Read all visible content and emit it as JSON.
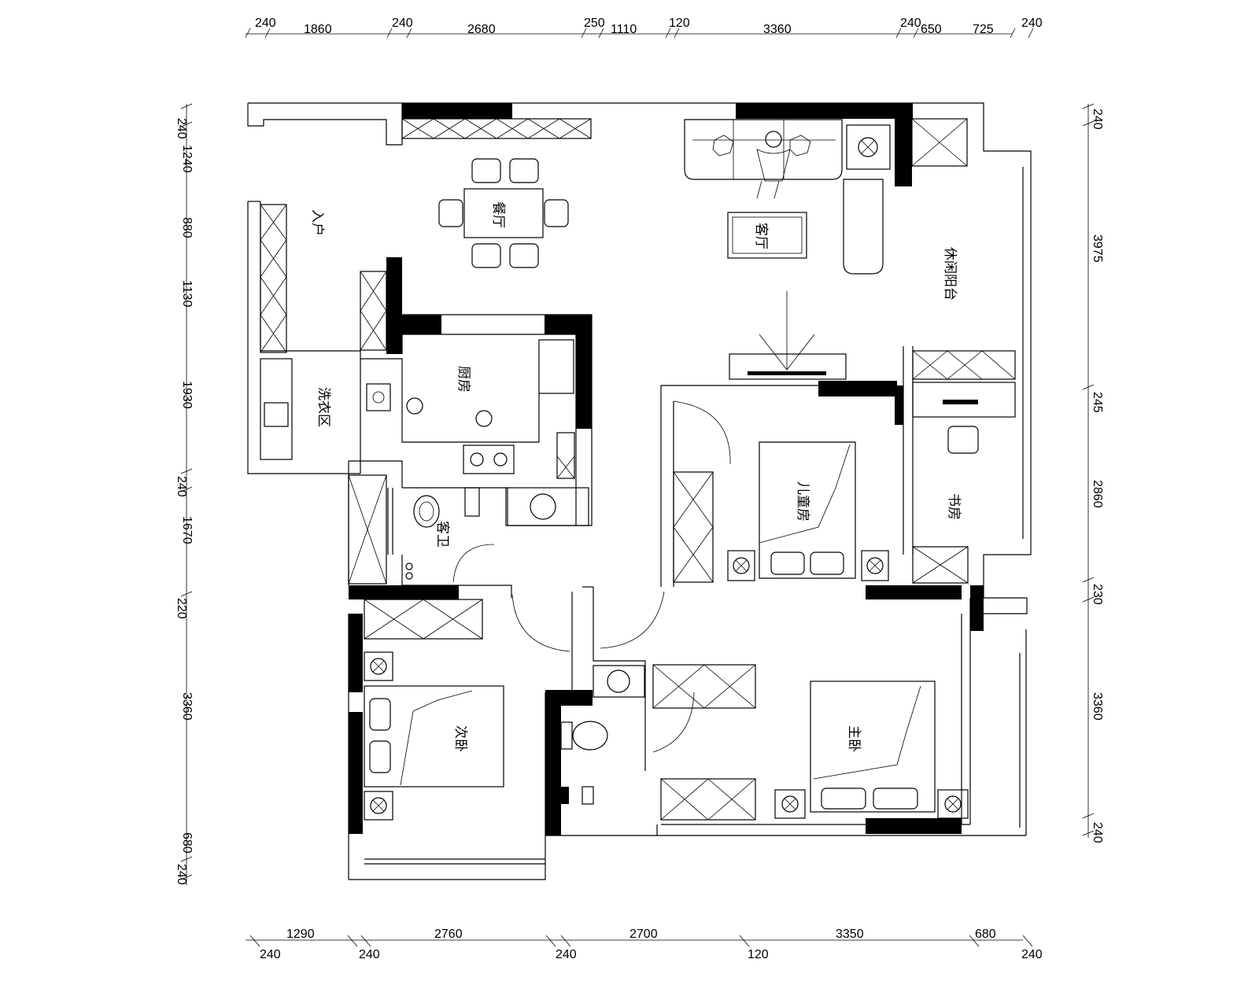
{
  "dimensions": {
    "top": [
      "240",
      "1860",
      "240",
      "2680",
      "250",
      "1110",
      "120",
      "3360",
      "240",
      "650",
      "725",
      "240"
    ],
    "bottom_row1": [
      "1290",
      "2760",
      "2700",
      "3350",
      "680"
    ],
    "bottom_row2": [
      "240",
      "240",
      "240",
      "120",
      "240"
    ],
    "left": [
      "240",
      "1240",
      "880",
      "1130",
      "1930",
      "240",
      "1670",
      "220",
      "3360",
      "680",
      "240"
    ],
    "right": [
      "240",
      "3975",
      "245",
      "2860",
      "230",
      "3360",
      "240"
    ]
  },
  "rooms": {
    "entrance": "入户",
    "dining": "餐厅",
    "living": "客厅",
    "leisure_balcony": "休闲阳台",
    "kitchen": "厨房",
    "laundry": "洗衣区",
    "guest_bath": "客卫",
    "kids_room": "儿童房",
    "study": "书房",
    "second_bedroom": "次卧",
    "master_bedroom": "主卧"
  }
}
